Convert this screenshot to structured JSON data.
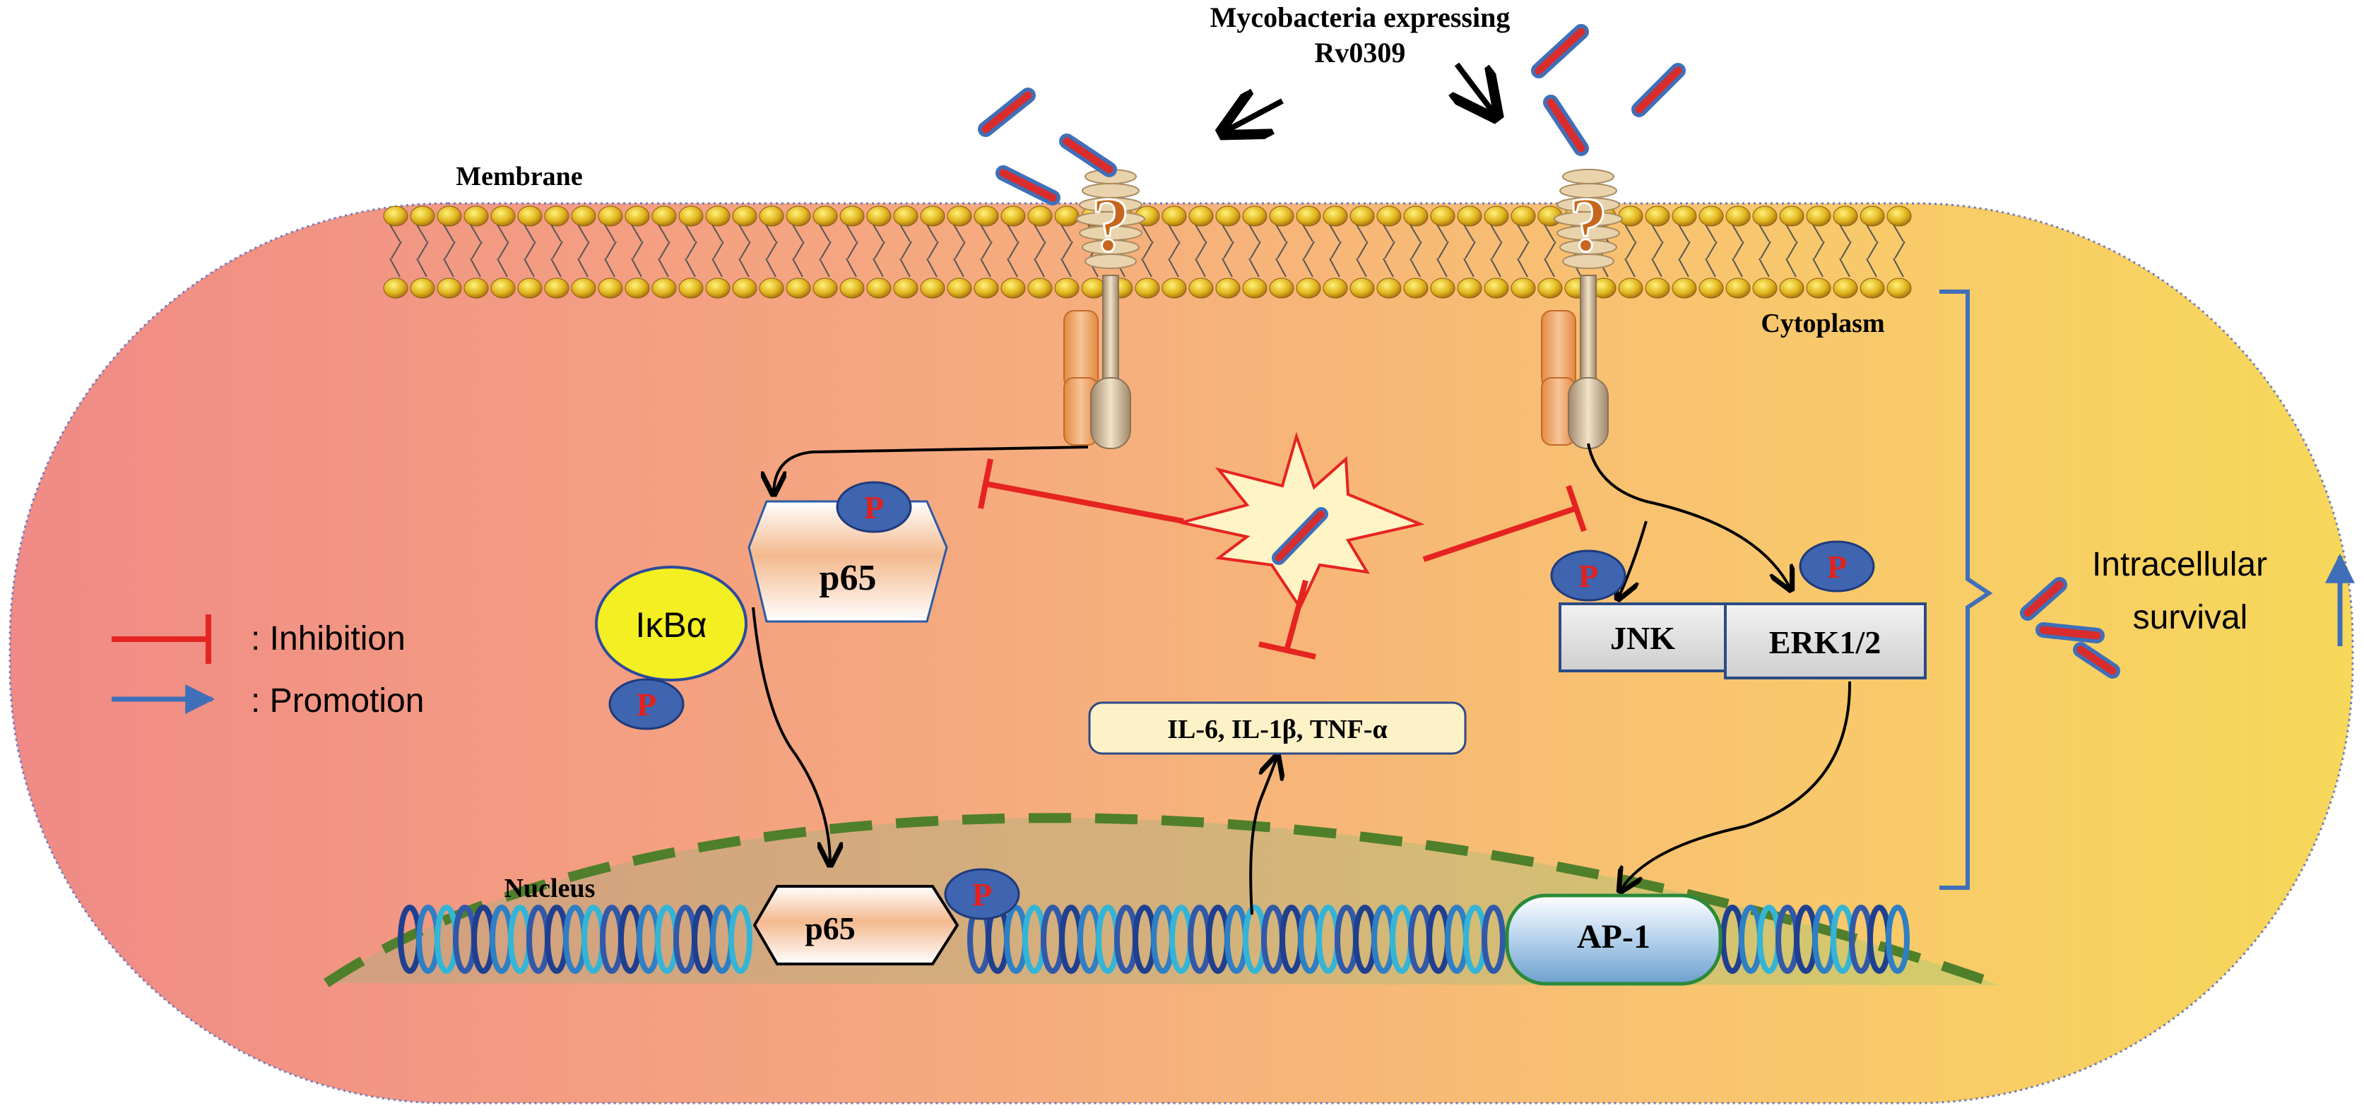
{
  "labels": {
    "source_line1": "Mycobacteria expressing",
    "source_line2": "Rv0309",
    "membrane": "Membrane",
    "cytoplasm": "Cytoplasm",
    "nucleus": "Nucleus",
    "receptor_unknown": "?",
    "cytokines": "IL-6, IL-1β, TNF-α",
    "phospho": "P"
  },
  "nodes": {
    "p65_cyto": "p65",
    "p65_nuc": "p65",
    "ikba": "IκBα",
    "jnk": "JNK",
    "erk": "ERK1/2",
    "ap1": "AP-1"
  },
  "legend": {
    "inhibition": ": Inhibition",
    "promotion": ": Promotion"
  },
  "outcome": {
    "line1": "Intracellular",
    "line2": "survival"
  },
  "colors": {
    "inhibition": "#e52421",
    "promotion": "#3f6fb8",
    "phospho_fill": "#3f64b0",
    "phospho_text": "#e3211c",
    "nucleus_border": "#4f7f2a",
    "ikba_fill": "#f3ef22",
    "bacterium_fill": "#d92d2d"
  }
}
